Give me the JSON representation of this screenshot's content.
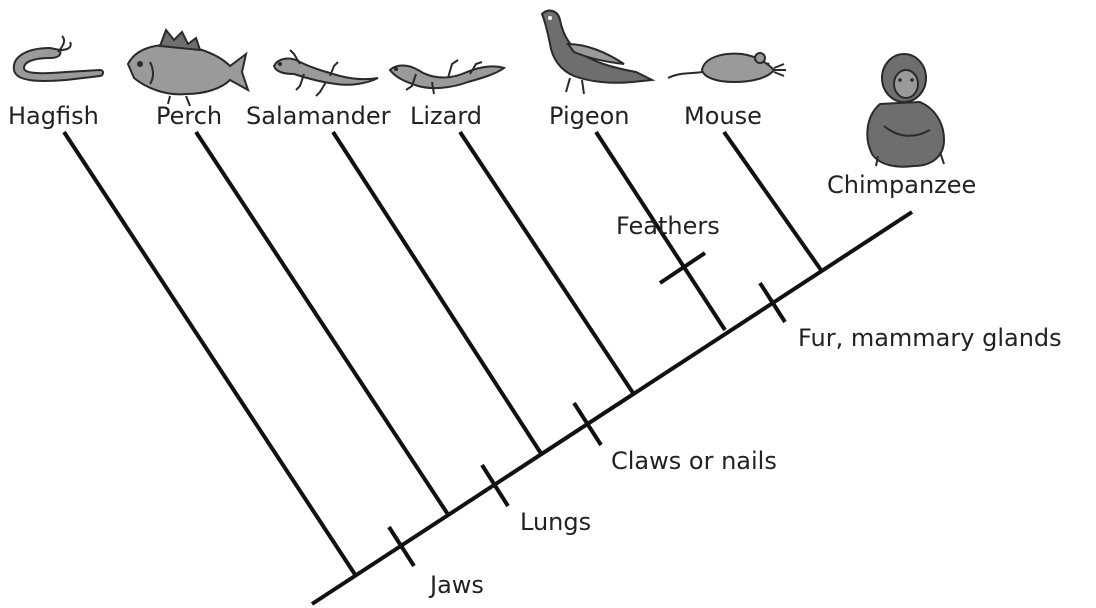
{
  "taxa": [
    {
      "name": "Hagfish",
      "icon": "hagfish-icon"
    },
    {
      "name": "Perch",
      "icon": "perch-icon"
    },
    {
      "name": "Salamander",
      "icon": "salamander-icon"
    },
    {
      "name": "Lizard",
      "icon": "lizard-icon"
    },
    {
      "name": "Pigeon",
      "icon": "pigeon-icon"
    },
    {
      "name": "Mouse",
      "icon": "mouse-icon"
    },
    {
      "name": "Chimpanzee",
      "icon": "chimpanzee-icon"
    }
  ],
  "traits": [
    {
      "label": "Jaws"
    },
    {
      "label": "Lungs"
    },
    {
      "label": "Claws or nails"
    },
    {
      "label": "Feathers"
    },
    {
      "label": "Fur, mammary glands"
    }
  ],
  "colors": {
    "line": "#111111",
    "text": "#222222",
    "animal_fill": "#9a9a9a"
  }
}
